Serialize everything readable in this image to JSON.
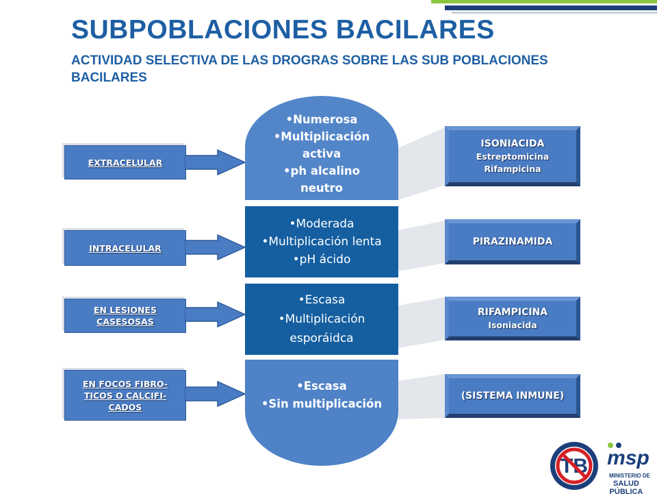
{
  "header": {
    "title": "SUBPOBLACIONES BACILARES",
    "subtitle": "ACTIVIDAD SELECTIVA DE LAS DROGRAS SOBRE LAS SUB POBLACIONES BACILARES"
  },
  "left_labels": [
    {
      "lines": [
        "EXTRACELULAR"
      ]
    },
    {
      "lines": [
        "INTRACELULAR"
      ]
    },
    {
      "lines": [
        "EN LESIONES",
        "CASESOSAS"
      ]
    },
    {
      "lines": [
        "EN FOCOS FIBRO-",
        "TICOS O CALCIFI-",
        "CADOS"
      ]
    }
  ],
  "center_shapes": [
    {
      "lines": [
        "•Numerosa",
        "•Multiplicación",
        "activa",
        "•ph alcalino",
        "neutro"
      ]
    },
    {
      "lines": [
        "•Moderada",
        "•Multiplicación lenta",
        "•pH ácido"
      ]
    },
    {
      "lines": [
        "•Escasa",
        "•Multiplicación",
        "esporáidca"
      ]
    },
    {
      "lines": [
        "•Escasa",
        "•Sin multiplicación"
      ]
    }
  ],
  "drugs": [
    {
      "main": "ISONIACIDA",
      "sub": [
        "Estreptomicina",
        "Rifampicina"
      ]
    },
    {
      "main": "PIRAZINAMIDA",
      "sub": []
    },
    {
      "main": "RIFAMPICINA",
      "sub": [
        "Isoniacida"
      ]
    },
    {
      "main": "(SISTEMA INMUNE)",
      "sub": []
    }
  ],
  "logos": {
    "tb_text": "TB",
    "msp_text": "msp",
    "ministry_line1": "MINISTERIO DE",
    "ministry_line2": "SALUD PÚBLICA"
  },
  "colors": {
    "title_blue": "#1e5fa3",
    "box_blue": "#4a7cc4",
    "dark_blue": "#155fa1",
    "stripe_green": "#8cc63f",
    "stripe_navy": "#1b3f7a"
  }
}
